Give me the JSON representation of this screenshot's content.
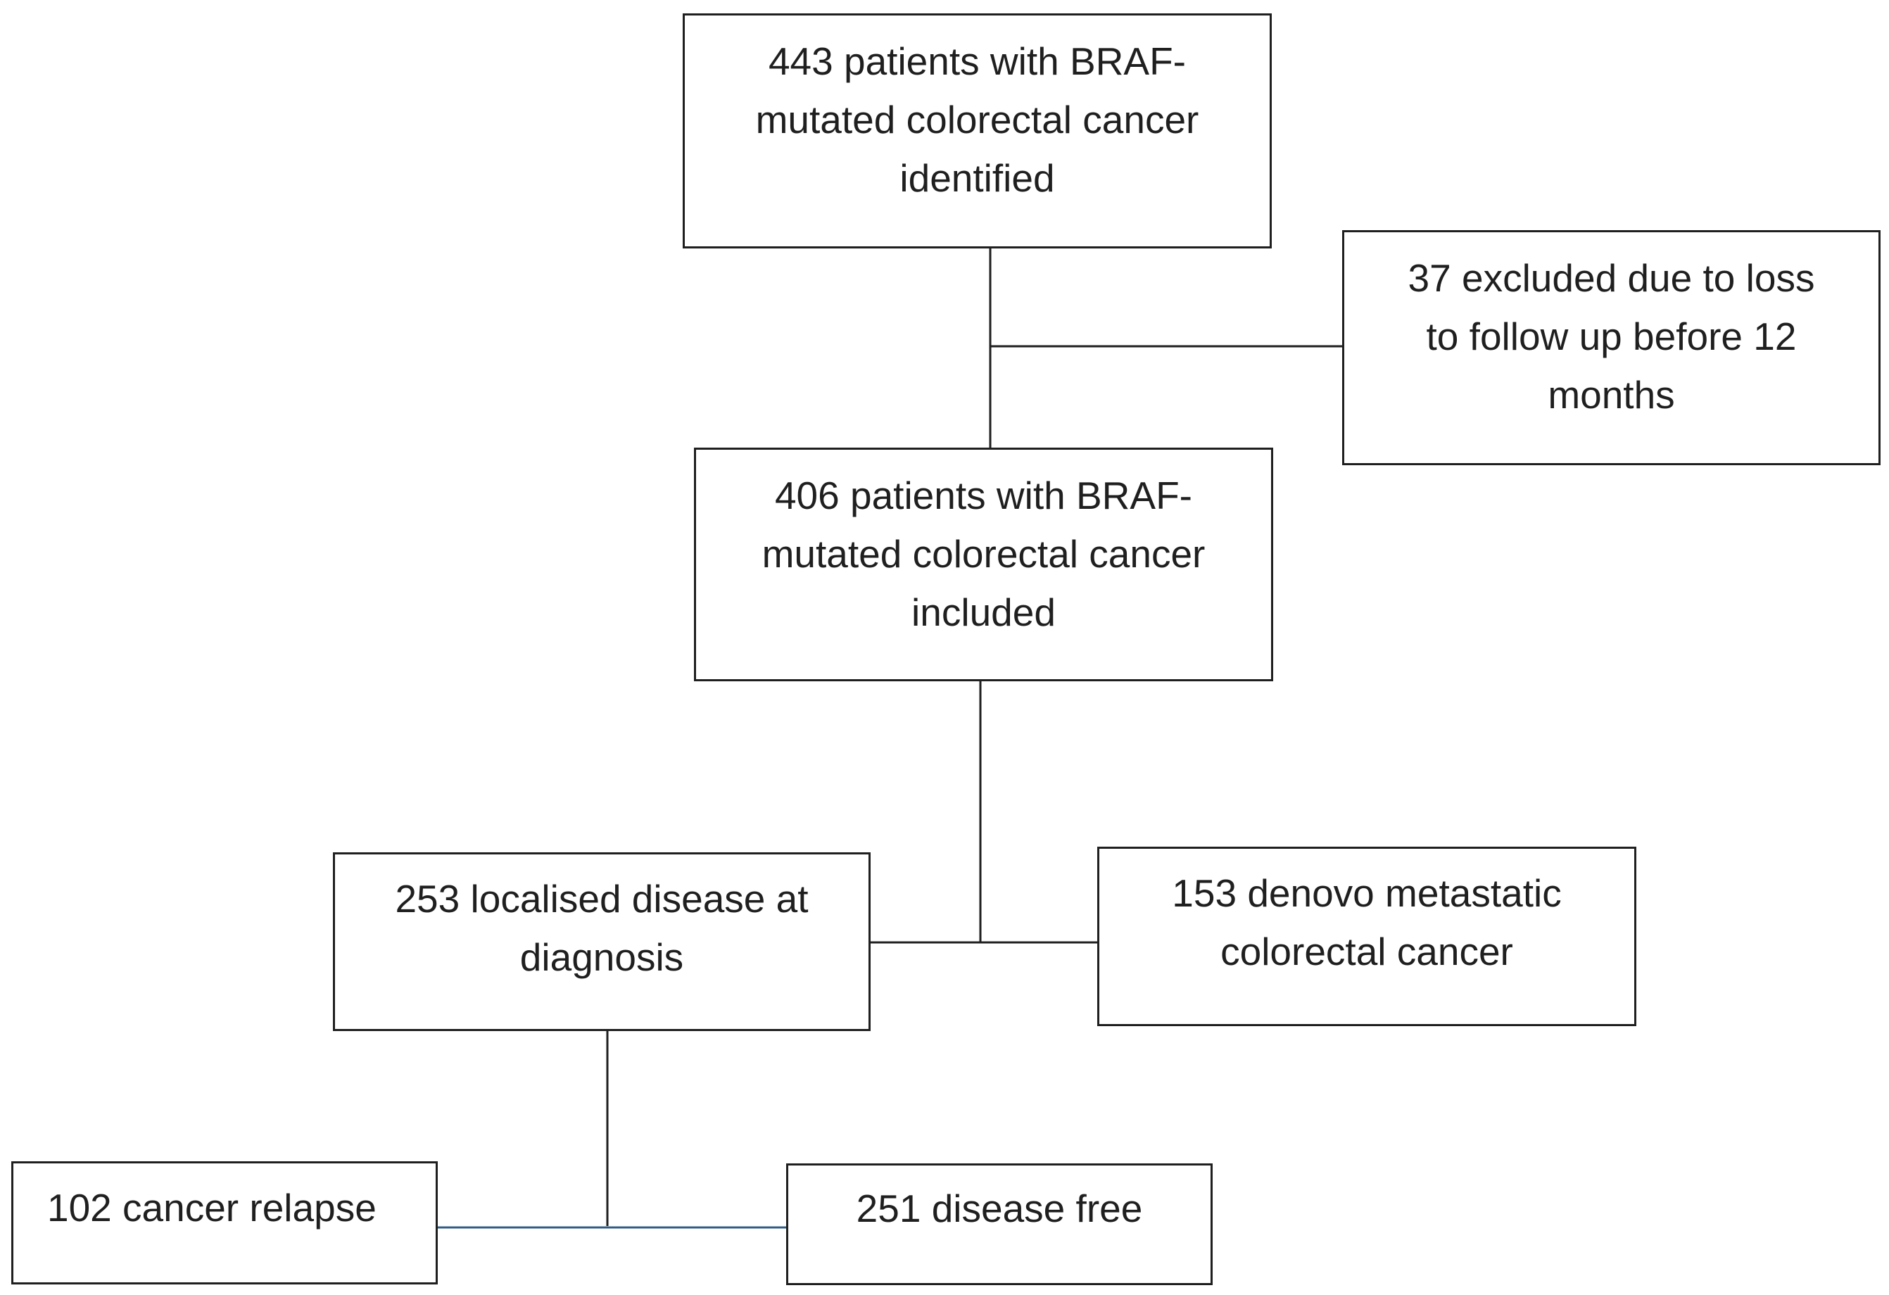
{
  "flowchart": {
    "boxes": {
      "identified": "443 patients with BRAF-\nmutated colorectal cancer\nidentified",
      "excluded": "37 excluded due to loss\nto follow up before 12\nmonths",
      "included": "406 patients with BRAF-\nmutated colorectal cancer\nincluded",
      "localised": "253 localised disease at\ndiagnosis",
      "metastatic": "153 denovo metastatic\ncolorectal cancer",
      "relapse": "102 cancer relapse",
      "disease_free": "251 disease free"
    },
    "colors": {
      "box_border": "#1f1f1f",
      "connector": "#1f1f1f",
      "bottom_connector": "#2f5d85"
    }
  }
}
